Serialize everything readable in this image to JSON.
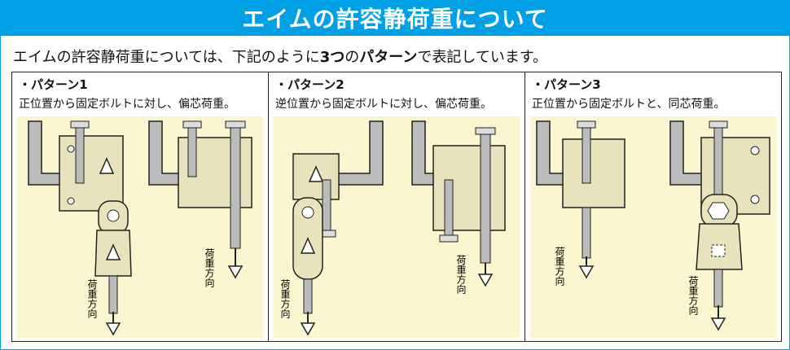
{
  "header": {
    "title": "エイムの許容静荷重について"
  },
  "intro": {
    "prefix": "エイムの許容静荷重については、下記のように",
    "count": "3つ",
    "middle": "の",
    "pattern_word": "パターン",
    "suffix": "で表記しています。"
  },
  "patterns": [
    {
      "title": "・パターン1",
      "desc": "正位置から固定ボルトに対し、偏芯荷重。"
    },
    {
      "title": "・パターン2",
      "desc": "逆位置から固定ボルトに対し、偏芯荷重。"
    },
    {
      "title": "・パターン3",
      "desc": "正位置から固定ボルトと、同芯荷重。"
    }
  ],
  "load_label": "荷重方向",
  "colors": {
    "accent": "#00a0e6",
    "art_bg": "#fbf6cf",
    "clamp": "#e8e2bd"
  }
}
